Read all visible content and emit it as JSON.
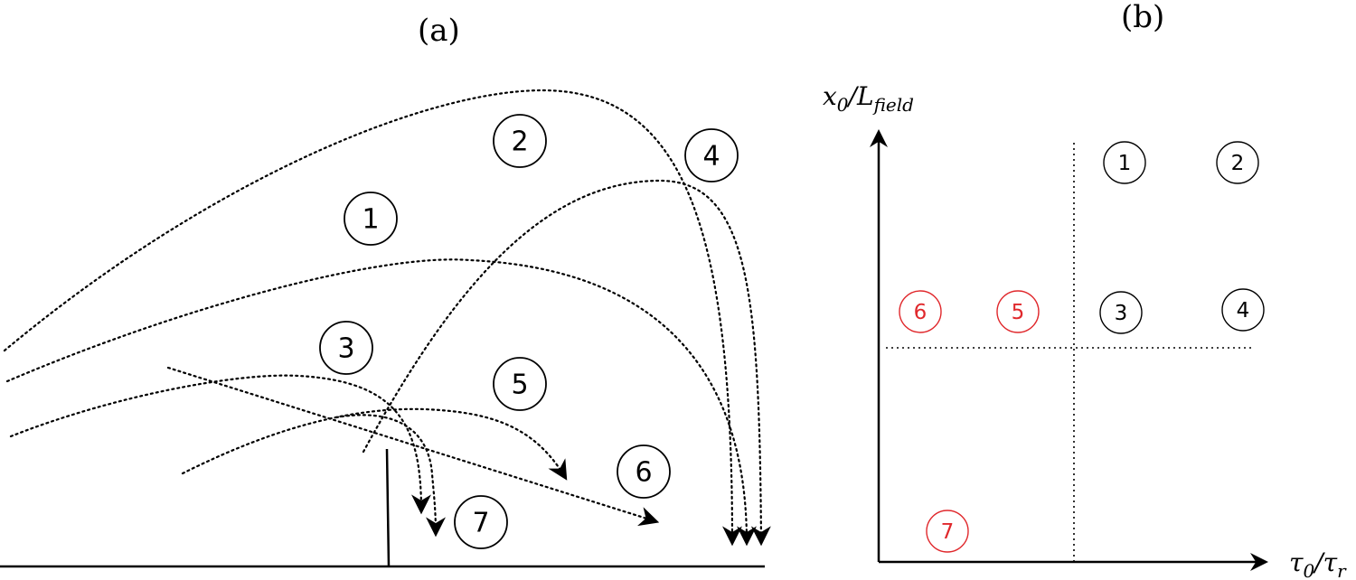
{
  "panels": {
    "a": {
      "label": "(a)"
    },
    "b": {
      "label": "(b)"
    }
  },
  "axes_b": {
    "y_label_main": "x",
    "y_label_sub0": "0",
    "y_label_slash": "/L",
    "y_label_sub1": "field",
    "x_label_main": "τ",
    "x_label_sub0": "0",
    "x_label_slash": "/τ",
    "x_label_sub1": "r"
  },
  "trajectory_labels": [
    "1",
    "2",
    "3",
    "4",
    "5",
    "6",
    "7"
  ],
  "regime_labels": {
    "black": [
      "1",
      "2",
      "3",
      "4"
    ],
    "red": [
      "5",
      "6",
      "7"
    ]
  },
  "colors": {
    "ink": "#000000",
    "highlight": "#e0282c"
  }
}
